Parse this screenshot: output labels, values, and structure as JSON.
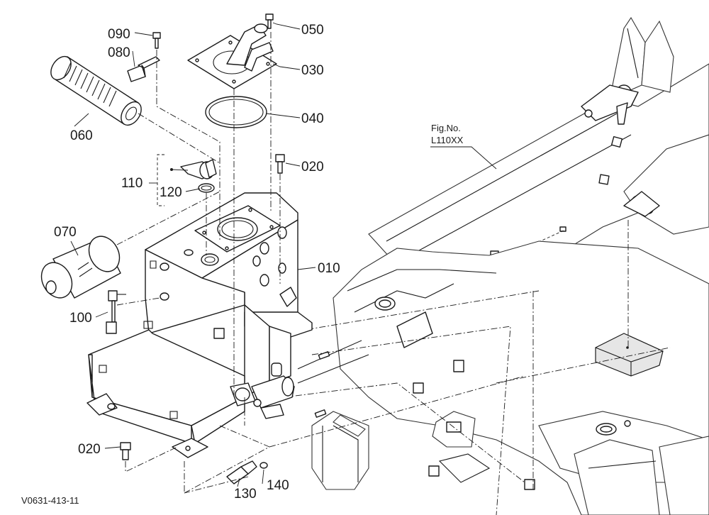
{
  "diagram": {
    "figure_ref": "Fig.No.",
    "figure_code": "L110XX",
    "drawing_code": "V0631-413-11",
    "callouts": [
      {
        "id": "c050",
        "text": "050"
      },
      {
        "id": "c090",
        "text": "090"
      },
      {
        "id": "c080",
        "text": "080"
      },
      {
        "id": "c030",
        "text": "030"
      },
      {
        "id": "c040",
        "text": "040"
      },
      {
        "id": "c060",
        "text": "060"
      },
      {
        "id": "c020a",
        "text": "020"
      },
      {
        "id": "c110",
        "text": "110"
      },
      {
        "id": "c120",
        "text": "120"
      },
      {
        "id": "c070",
        "text": "070"
      },
      {
        "id": "c010",
        "text": "010"
      },
      {
        "id": "c100",
        "text": "100"
      },
      {
        "id": "c020b",
        "text": "020"
      },
      {
        "id": "c140",
        "text": "140"
      },
      {
        "id": "c130",
        "text": "130"
      }
    ]
  }
}
